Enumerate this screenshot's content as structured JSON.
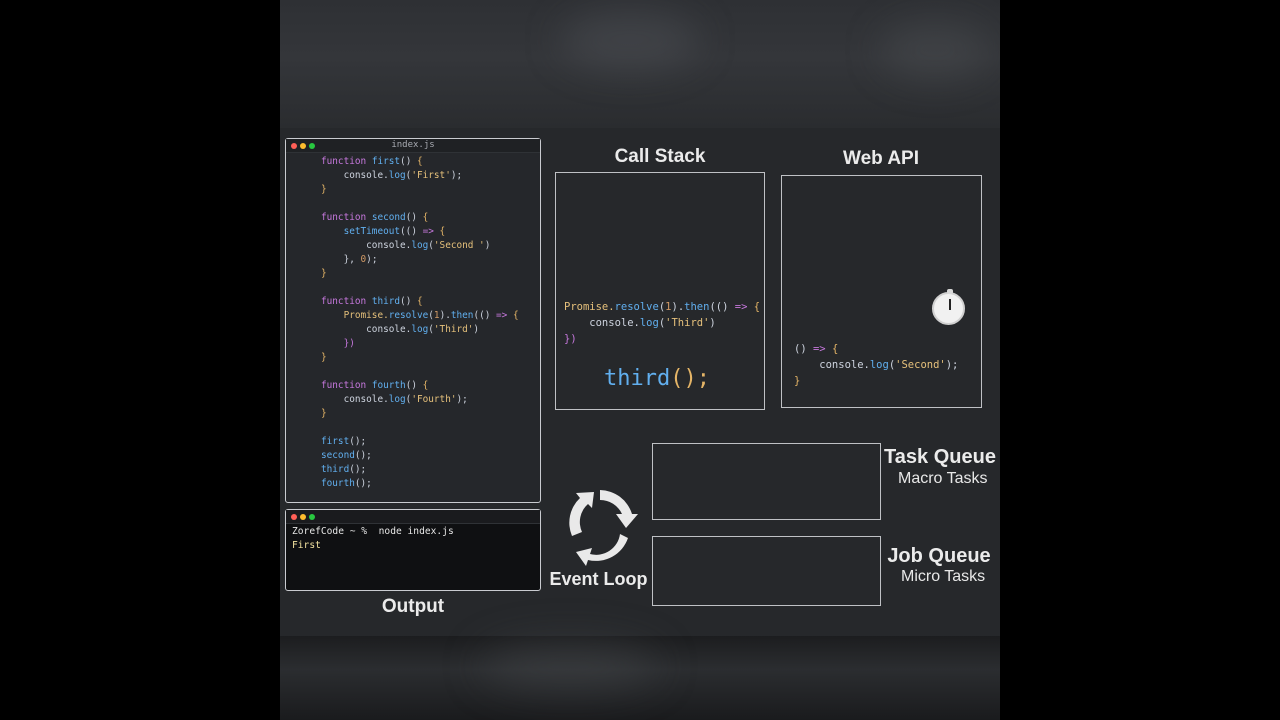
{
  "editor": {
    "filename": "index.js",
    "lines": [
      [
        {
          "t": "function ",
          "c": "kw"
        },
        {
          "t": "first",
          "c": "fn"
        },
        {
          "t": "() ",
          "c": "pn"
        },
        {
          "t": "{",
          "c": "br"
        }
      ],
      [
        {
          "t": "    console.",
          "c": "pn"
        },
        {
          "t": "log",
          "c": "fn"
        },
        {
          "t": "(",
          "c": "pn"
        },
        {
          "t": "'First'",
          "c": "str"
        },
        {
          "t": ");",
          "c": "pn"
        }
      ],
      [
        {
          "t": "}",
          "c": "br"
        }
      ],
      [],
      [
        {
          "t": "function ",
          "c": "kw"
        },
        {
          "t": "second",
          "c": "fn"
        },
        {
          "t": "() ",
          "c": "pn"
        },
        {
          "t": "{",
          "c": "br"
        }
      ],
      [
        {
          "t": "    setTimeout",
          "c": "fn"
        },
        {
          "t": "(() ",
          "c": "pn"
        },
        {
          "t": "=> ",
          "c": "kw"
        },
        {
          "t": "{",
          "c": "br"
        }
      ],
      [
        {
          "t": "        console.",
          "c": "pn"
        },
        {
          "t": "log",
          "c": "fn"
        },
        {
          "t": "(",
          "c": "pn"
        },
        {
          "t": "'Second '",
          "c": "str"
        },
        {
          "t": ")",
          "c": "pn"
        }
      ],
      [
        {
          "t": "    }, ",
          "c": "pn"
        },
        {
          "t": "0",
          "c": "num"
        },
        {
          "t": ");",
          "c": "pn"
        }
      ],
      [
        {
          "t": "}",
          "c": "br"
        }
      ],
      [],
      [
        {
          "t": "function ",
          "c": "kw"
        },
        {
          "t": "third",
          "c": "fn"
        },
        {
          "t": "() ",
          "c": "pn"
        },
        {
          "t": "{",
          "c": "br"
        }
      ],
      [
        {
          "t": "    Promise.",
          "c": "str"
        },
        {
          "t": "resolve",
          "c": "fn"
        },
        {
          "t": "(",
          "c": "pn"
        },
        {
          "t": "1",
          "c": "num"
        },
        {
          "t": ").",
          "c": "pn"
        },
        {
          "t": "then",
          "c": "fn"
        },
        {
          "t": "(() ",
          "c": "pn"
        },
        {
          "t": "=> ",
          "c": "kw"
        },
        {
          "t": "{",
          "c": "br"
        }
      ],
      [
        {
          "t": "        console.",
          "c": "pn"
        },
        {
          "t": "log",
          "c": "fn"
        },
        {
          "t": "(",
          "c": "pn"
        },
        {
          "t": "'Third'",
          "c": "str"
        },
        {
          "t": ")",
          "c": "pn"
        }
      ],
      [
        {
          "t": "    })",
          "c": "kw"
        }
      ],
      [
        {
          "t": "}",
          "c": "br"
        }
      ],
      [],
      [
        {
          "t": "function ",
          "c": "kw"
        },
        {
          "t": "fourth",
          "c": "fn"
        },
        {
          "t": "() ",
          "c": "pn"
        },
        {
          "t": "{",
          "c": "br"
        }
      ],
      [
        {
          "t": "    console.",
          "c": "pn"
        },
        {
          "t": "log",
          "c": "fn"
        },
        {
          "t": "(",
          "c": "pn"
        },
        {
          "t": "'Fourth'",
          "c": "str"
        },
        {
          "t": ");",
          "c": "pn"
        }
      ],
      [
        {
          "t": "}",
          "c": "br"
        }
      ],
      [],
      [
        {
          "t": "first",
          "c": "fn"
        },
        {
          "t": "();",
          "c": "pn"
        }
      ],
      [
        {
          "t": "second",
          "c": "fn"
        },
        {
          "t": "();",
          "c": "pn"
        }
      ],
      [
        {
          "t": "third",
          "c": "fn"
        },
        {
          "t": "();",
          "c": "pn"
        }
      ],
      [
        {
          "t": "fourth",
          "c": "fn"
        },
        {
          "t": "();",
          "c": "pn"
        }
      ]
    ]
  },
  "terminal": {
    "prompt": "ZorefCode ~ %  node index.js",
    "output": "First"
  },
  "labels": {
    "output": "Output",
    "call_stack": "Call Stack",
    "web_api": "Web API",
    "event_loop": "Event Loop",
    "task_queue": "Task Queue",
    "macro_tasks": "Macro Tasks",
    "job_queue": "Job Queue",
    "micro_tasks": "Micro Tasks"
  },
  "call_stack": {
    "lines": [
      [
        {
          "t": "Promise.",
          "c": "str"
        },
        {
          "t": "resolve",
          "c": "fn"
        },
        {
          "t": "(",
          "c": "pn"
        },
        {
          "t": "1",
          "c": "num"
        },
        {
          "t": ").",
          "c": "pn"
        },
        {
          "t": "then",
          "c": "fn"
        },
        {
          "t": "(() ",
          "c": "pn"
        },
        {
          "t": "=> ",
          "c": "kw"
        },
        {
          "t": "{",
          "c": "br"
        }
      ],
      [
        {
          "t": "    console.",
          "c": "pn"
        },
        {
          "t": "log",
          "c": "fn"
        },
        {
          "t": "(",
          "c": "pn"
        },
        {
          "t": "'Third'",
          "c": "str"
        },
        {
          "t": ")",
          "c": "pn"
        }
      ],
      [
        {
          "t": "})",
          "c": "kw"
        }
      ]
    ],
    "current_call": "third",
    "current_call_suffix": "();"
  },
  "web_api": {
    "lines": [
      [
        {
          "t": "() ",
          "c": "pn"
        },
        {
          "t": "=> ",
          "c": "kw"
        },
        {
          "t": "{",
          "c": "br"
        }
      ],
      [
        {
          "t": "    console.",
          "c": "pn"
        },
        {
          "t": "log",
          "c": "fn"
        },
        {
          "t": "(",
          "c": "pn"
        },
        {
          "t": "'Second'",
          "c": "str"
        },
        {
          "t": ");",
          "c": "pn"
        }
      ],
      [
        {
          "t": "}",
          "c": "br"
        }
      ]
    ],
    "timer_icon": "stopwatch-icon"
  },
  "colors": {
    "keyword": "#c678dd",
    "function": "#61afef",
    "string": "#e5c07b",
    "number": "#d19a66",
    "background": "#26282b"
  }
}
